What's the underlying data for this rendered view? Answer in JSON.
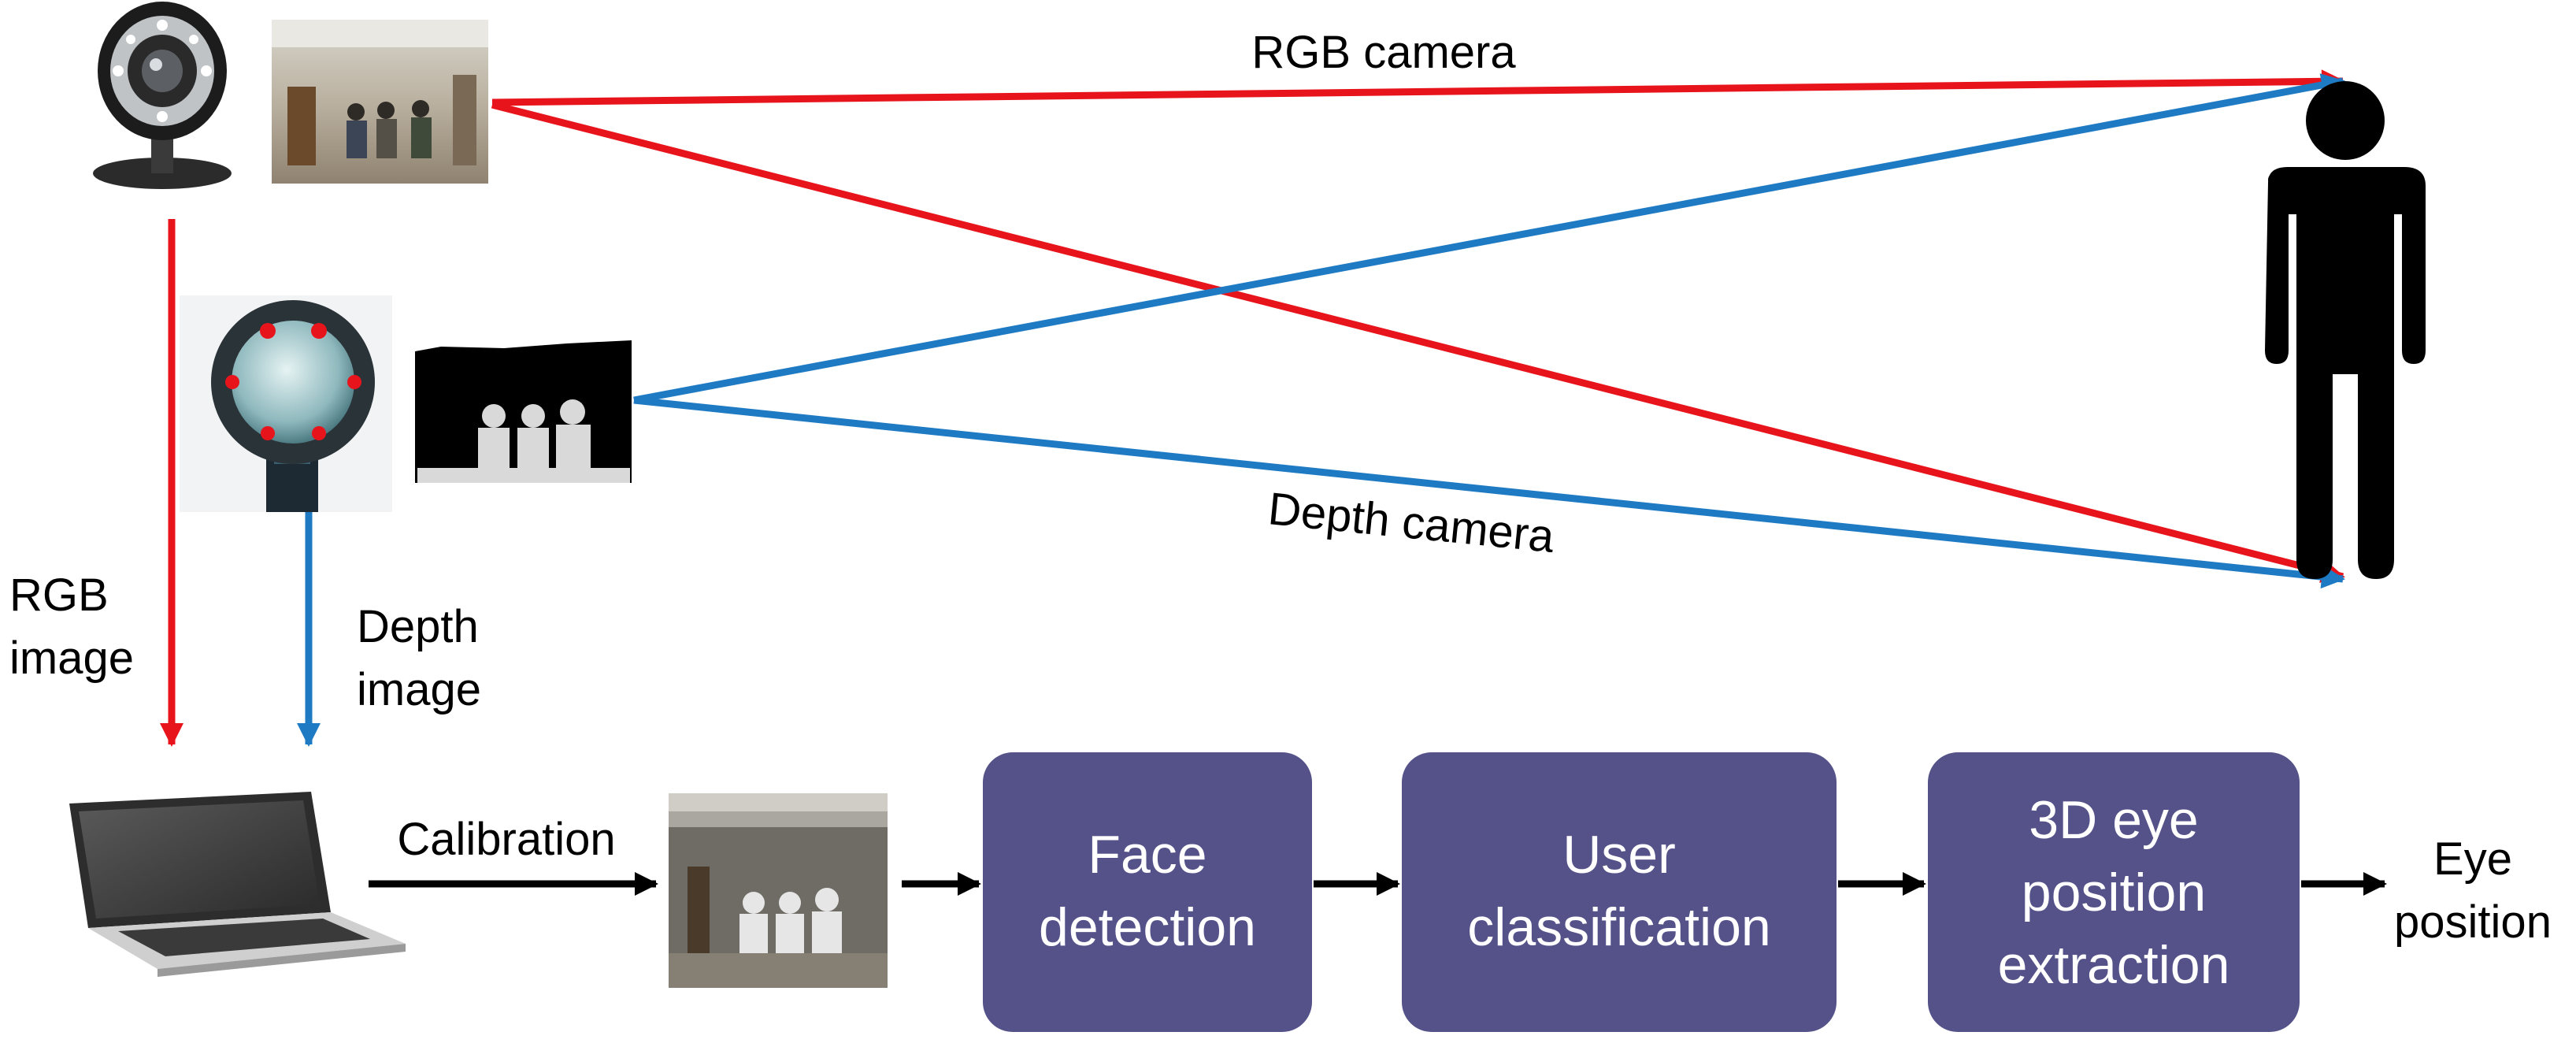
{
  "labels": {
    "rgb_camera": "RGB camera",
    "depth_camera": "Depth camera",
    "rgb_image_1": "RGB",
    "rgb_image_2": "image",
    "depth_image_1": "Depth",
    "depth_image_2": "image",
    "calibration": "Calibration",
    "eye_position_1": "Eye",
    "eye_position_2": "position"
  },
  "pipeline": [
    {
      "lines": [
        "Face",
        "detection"
      ]
    },
    {
      "lines": [
        "User",
        "classification"
      ]
    },
    {
      "lines": [
        "3D eye",
        "position",
        "extraction"
      ]
    }
  ],
  "colors": {
    "rgb_path": "#e8141c",
    "depth_path": "#1f7ac4",
    "box_fill": "#545289",
    "box_text": "#ffffff",
    "arrow": "#000000",
    "person": "#000000"
  },
  "icons": {
    "webcam": "webcam-icon",
    "rgb_frame": "rgb-frame-image",
    "depth_sensor": "depth-sensor-icon",
    "depth_frame": "depth-frame-image",
    "laptop": "laptop-icon",
    "calibrated_frame": "calibrated-frame-image",
    "person": "person-icon"
  }
}
